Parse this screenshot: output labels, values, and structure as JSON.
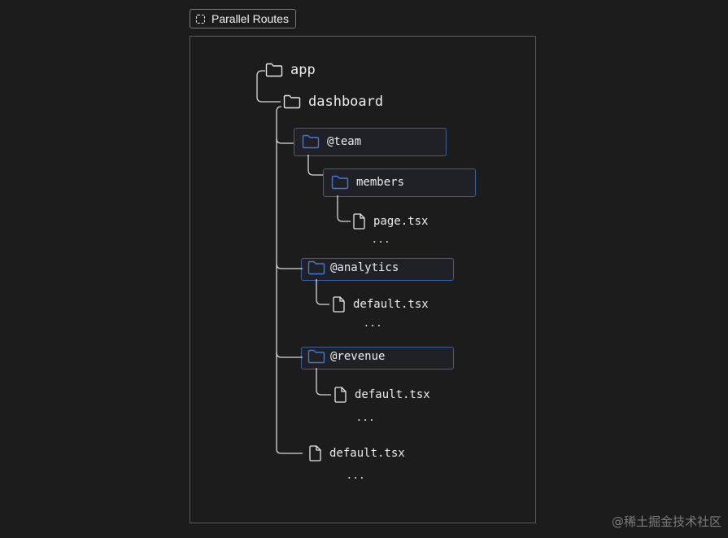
{
  "badge": {
    "label": "Parallel Routes",
    "icon": "dashed-square-icon"
  },
  "tree": {
    "app": "app",
    "dashboard": "dashboard",
    "team": "@team",
    "members": "members",
    "members_page": "page.tsx",
    "analytics": "@analytics",
    "analytics_default": "default.tsx",
    "revenue": "@revenue",
    "revenue_default": "default.tsx",
    "dashboard_default": "default.tsx",
    "ellipsis": "..."
  },
  "colors": {
    "background": "#1c1c1c",
    "highlight_border": "#3a5f9e",
    "highlight_icon": "#4a78c4",
    "line": "#d8d8d8"
  },
  "watermark": "@稀土掘金技术社区"
}
